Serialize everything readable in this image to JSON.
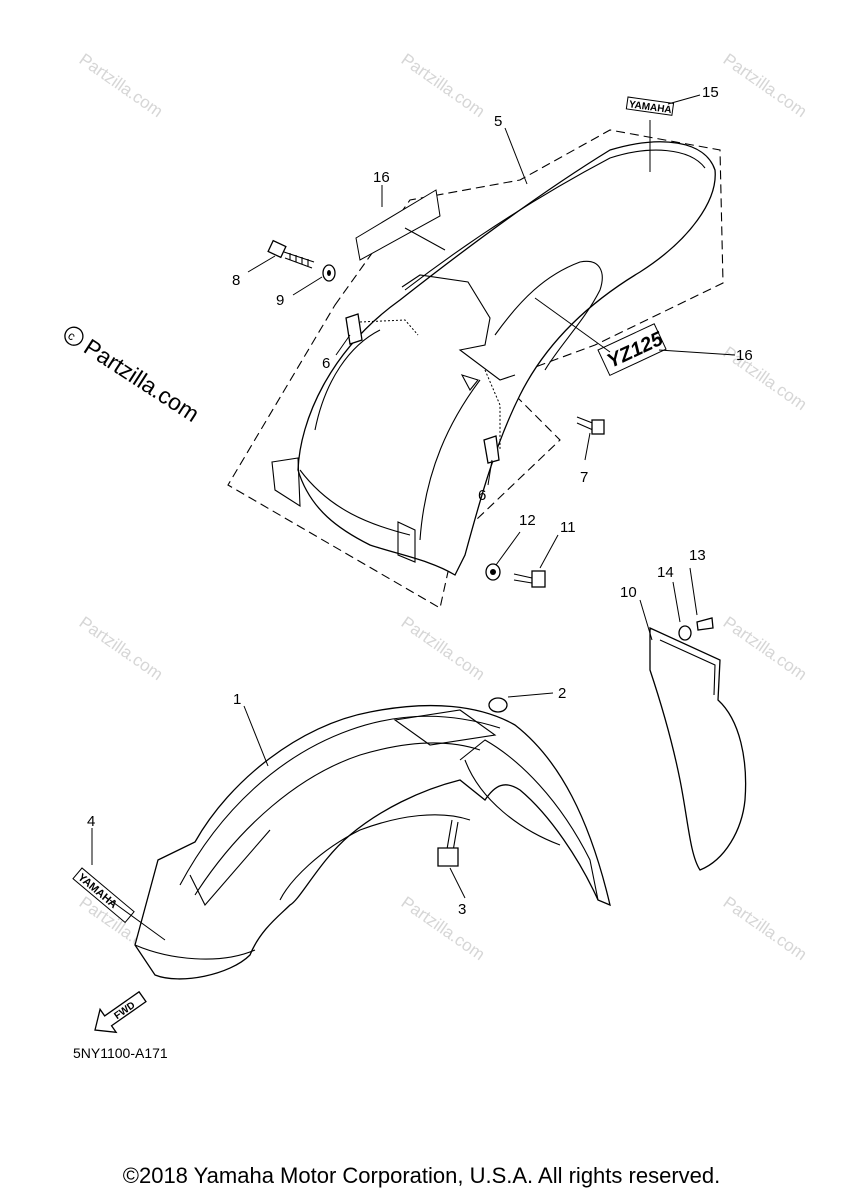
{
  "watermark": {
    "repeated": "Partzilla.com",
    "main": "Partzilla.com"
  },
  "callouts": {
    "c1": "1",
    "c2": "2",
    "c3": "3",
    "c4": "4",
    "c5": "5",
    "c6a": "6",
    "c6b": "6",
    "c7": "7",
    "c8": "8",
    "c9": "9",
    "c10": "10",
    "c11": "11",
    "c12": "12",
    "c13": "13",
    "c14": "14",
    "c15": "15",
    "c16a": "16",
    "c16b": "16"
  },
  "decals": {
    "front_fender_logo": "YAMAHA",
    "rear_fender_logo": "YAMAHA",
    "side_model": "YZ125",
    "fwd_arrow": "FWD"
  },
  "diagram_code": "5NY1100-A171",
  "copyright": "©2018 Yamaha Motor Corporation, U.S.A. All rights reserved."
}
